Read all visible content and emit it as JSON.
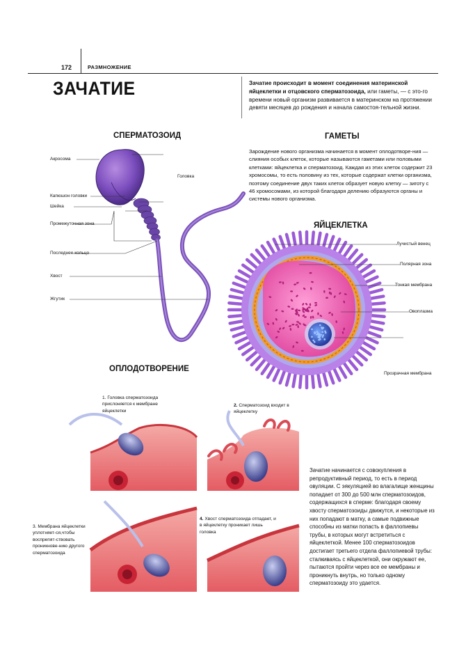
{
  "header": {
    "page_number": "172",
    "section": "РАЗМНОЖЕНИЕ"
  },
  "title": "ЗАЧАТИЕ",
  "intro": {
    "bold": "Зачатие происходит в момент соединения материнской яйцеклетки и отцовского сперматозоида,",
    "rest": " или гаметы, — с это-го времени новый организм развивается в материнском на протяжении девяти месяцев до рождения и начала самостоя-тельной жизни."
  },
  "sperm": {
    "heading": "СПЕРМАТОЗОИД",
    "labels": {
      "acrosome": "Акросома",
      "head": "Головка",
      "hood": "Капюшон головки",
      "neck": "Шейка",
      "middle": "Промежуточная зона",
      "ring": "Последнее кольцо",
      "tail": "Хвост",
      "flagellum": "Жгутик"
    }
  },
  "gametes": {
    "heading": "ГАМЕТЫ",
    "text": "Зарождение нового организма начинается в момент оплодотворе-ния — слияния особых клеток, которые называются гаметами или половыми клетками: яйцеклетка и сперматозоид. Каждая из этих клеток содержит 23 хромосомы, то есть половину из тех, которые содержат клетки организма, поэтому соединение двух таких клеток образует новую клетку — зиготу с 46 хромосомами, из которой благодаря делению образуются органы и системы нового организма."
  },
  "egg": {
    "heading": "ЯЙЦЕКЛЕТКА",
    "labels": {
      "corona": "Лучистый венец",
      "polar": "Полярная зона",
      "thin": "Тонкая мембрана",
      "ooplasm": "Овоплазма",
      "transparent": "Прозрачная мембрана"
    }
  },
  "fertilization": {
    "heading": "ОПЛОДОТВОРЕНИЕ",
    "step1": "1. Головка сперматозоида прислоняется к мембране яйцеклетки",
    "step2_num": "2.",
    "step2": " Сперматозоид входит в яйцеклетку",
    "step3": "3. Мембрана яйцеклетки уплотняет-ся,чтобы воспрепят-ствовать проникнове-нию другого сперматозоида",
    "step4_num": "4.",
    "step4": " Хвост сперматозоида отпадает, и в яйцеклетку проникает лишь головка"
  },
  "conception_text": "Зачатие начинается с совокупления в репродуктивный период, то есть в период овуляции. С эякуляцией во влагалище женщины попадает от 300 до 500 млн сперматозоидов, содержащихся в сперме: благодаря своему хвосту сперматозоиды движутся, и некоторые из них попадают в матку, а самые подвижные способны из матки попасть в фаллопиевы трубы, в которых могут встретиться с яйцеклеткой. Менее 100 сперматозоидов достигает третьего отдела фаллопиевой трубы: сталкиваясь с яйцеклеткой, они окружают ее, пытаются пройти через все ее мембраны и проникнуть внутрь, но только одному сперматозоиду это удается."
}
